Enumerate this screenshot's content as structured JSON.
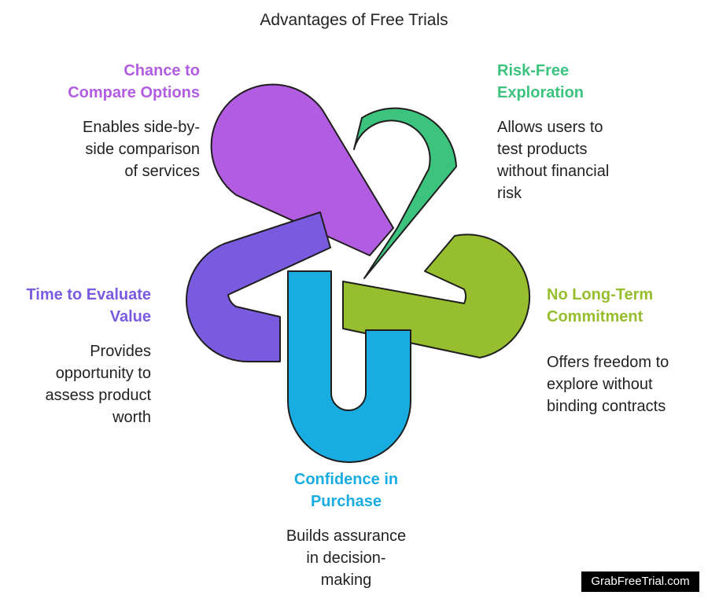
{
  "title": "Advantages of Free Trials",
  "watermark": "GrabFreeTrial.com",
  "colors": {
    "compare": "#B25DE1",
    "risk": "#3CC47F",
    "commitment": "#96BE2E",
    "confidence": "#18ACE0",
    "time": "#7A5BE0",
    "outline": "#1E1E1E"
  },
  "items": {
    "compare": {
      "head": [
        "Chance to",
        "Compare Options"
      ],
      "desc": [
        "Enables side-by-",
        "side comparison",
        "of services"
      ]
    },
    "risk": {
      "head": [
        "Risk-Free",
        "Exploration"
      ],
      "desc": [
        "Allows users to",
        "test products",
        "without financial",
        "risk"
      ]
    },
    "commitment": {
      "head": [
        "No Long-Term",
        "Commitment"
      ],
      "desc": [
        "Offers freedom to",
        "explore without",
        "binding contracts"
      ]
    },
    "confidence": {
      "head": [
        "Confidence in",
        "Purchase"
      ],
      "desc": [
        "Builds assurance",
        "in decision-",
        "making"
      ]
    },
    "time": {
      "head": [
        "Time to Evaluate",
        "Value"
      ],
      "desc": [
        "Provides",
        "opportunity to",
        "assess product",
        "worth"
      ]
    }
  }
}
